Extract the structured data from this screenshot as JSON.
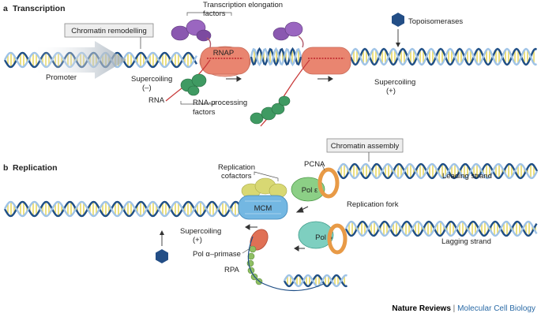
{
  "panel_a": {
    "letter": "a",
    "title": "Transcription",
    "chromatin_remodelling": "Chromatin remodelling",
    "elongation_factors": [
      "Transcription elongation",
      "factors"
    ],
    "topoisomerases": "Topoisomerases",
    "rnap": "RNAP",
    "promoter": "Promoter",
    "supercoiling_neg": [
      "Supercoiling",
      "(–)"
    ],
    "supercoiling_pos": [
      "Supercoiling",
      "(+)"
    ],
    "rna": "RNA",
    "rna_processing": [
      "RNA-processing",
      "factors"
    ]
  },
  "panel_b": {
    "letter": "b",
    "title": "Replication",
    "chromatin_assembly": "Chromatin assembly",
    "replication_cofactors": [
      "Replication",
      "cofactors"
    ],
    "pcna": "PCNA",
    "pol_epsilon": "Pol ε",
    "pol_delta": "Pol δ",
    "mcm": "MCM",
    "leading_strand": "Leading strand",
    "lagging_strand": "Lagging strand",
    "replication_fork": "Replication fork",
    "supercoiling_pos": [
      "Supercoiling",
      "(+)"
    ],
    "pol_alpha_primase": "Pol α–primase",
    "rpa": "RPA"
  },
  "credit": {
    "journal": "Nature Reviews",
    "separator": " | ",
    "subjournal": "Molecular Cell Biology"
  },
  "colors": {
    "dna_blue": "#1f4f86",
    "dna_light": "#9fc3e6",
    "base_yellow": "#e8d862",
    "rnap": "#e98570",
    "purple": "#8a58b0",
    "green": "#3f9a62",
    "mcm_blue": "#73b7e2",
    "cofactor_yellow": "#d8d873",
    "pcna_orange": "#e89a46",
    "hexagon": "#234e86",
    "credit_blue": "#2a6aa6"
  }
}
